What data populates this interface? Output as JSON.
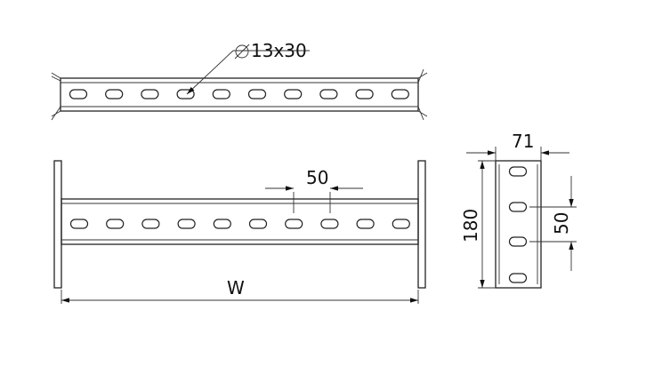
{
  "drawing": {
    "annotations": {
      "hole": "13x30",
      "pitch_front": "50",
      "width": "W",
      "side_width": "71",
      "height": "180",
      "pitch_side": "50"
    }
  }
}
